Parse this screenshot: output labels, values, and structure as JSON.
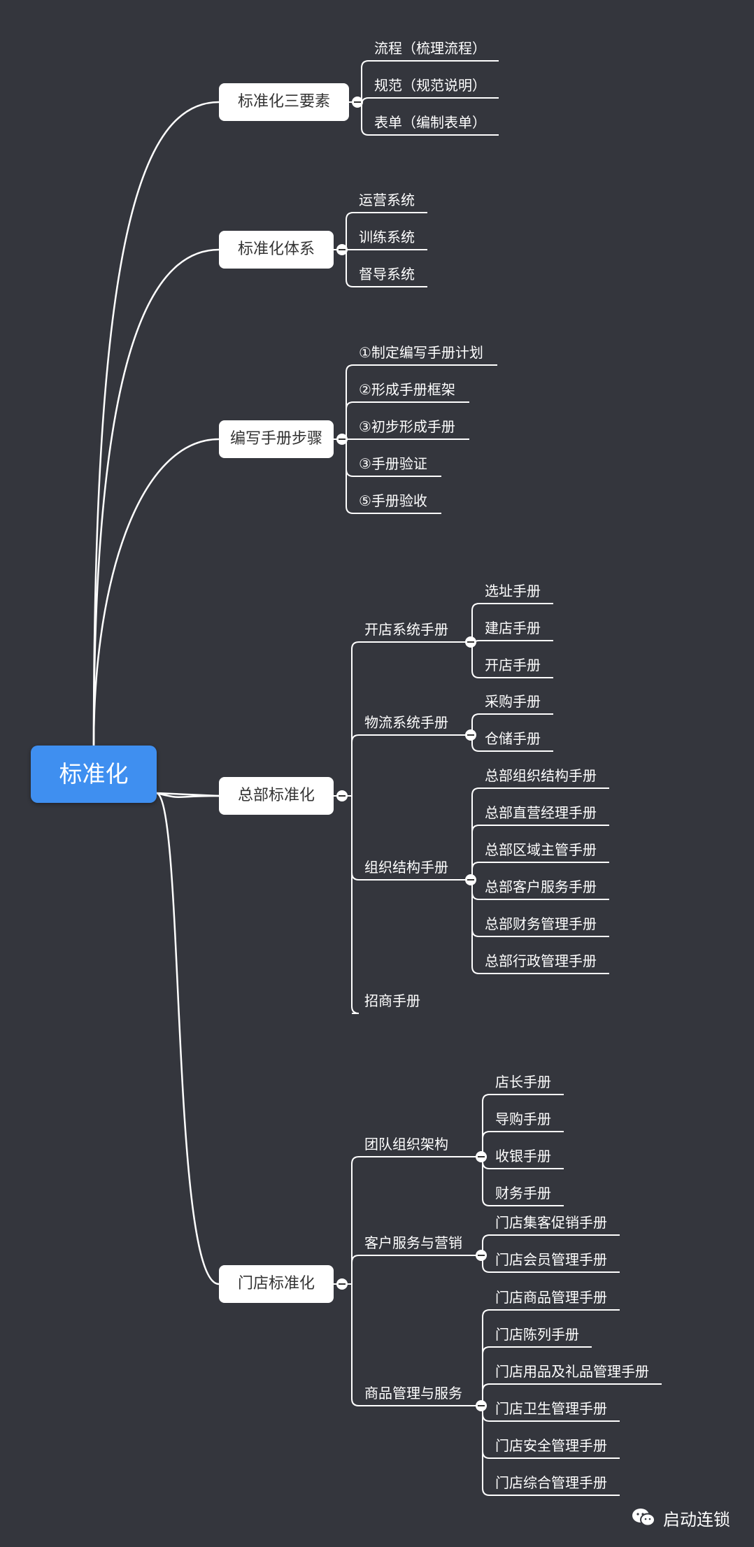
{
  "root": {
    "label": "标准化"
  },
  "branches": [
    {
      "label": "标准化三要素",
      "items": [
        "流程（梳理流程）",
        "规范（规范说明）",
        "表单（编制表单）"
      ]
    },
    {
      "label": "标准化体系",
      "items": [
        "运营系统",
        "训练系统",
        "督导系统"
      ]
    },
    {
      "label": "编写手册步骤",
      "items": [
        "①制定编写手册计划",
        "②形成手册框架",
        "③初步形成手册",
        "③手册验证",
        "⑤手册验收"
      ]
    },
    {
      "label": "总部标准化",
      "groups": [
        {
          "label": "开店系统手册",
          "items": [
            "选址手册",
            "建店手册",
            "开店手册"
          ]
        },
        {
          "label": "物流系统手册",
          "items": [
            "采购手册",
            "仓储手册"
          ]
        },
        {
          "label": "组织结构手册",
          "items": [
            "总部组织结构手册",
            "总部直营经理手册",
            "总部区域主管手册",
            "总部客户服务手册",
            "总部财务管理手册",
            "总部行政管理手册"
          ]
        },
        {
          "label": "招商手册",
          "items": []
        }
      ]
    },
    {
      "label": "门店标准化",
      "groups": [
        {
          "label": "团队组织架构",
          "items": [
            "店长手册",
            "导购手册",
            "收银手册",
            "财务手册"
          ]
        },
        {
          "label": "客户服务与营销",
          "items": [
            "门店集客促销手册",
            "门店会员管理手册"
          ]
        },
        {
          "label": "商品管理与服务",
          "items": [
            "门店商品管理手册",
            "门店陈列手册",
            "门店用品及礼品管理手册",
            "门店卫生管理手册",
            "门店安全管理手册",
            "门店综合管理手册"
          ]
        }
      ]
    }
  ],
  "watermark": {
    "text": "启动连锁",
    "icon": "wechat-icon"
  },
  "colors": {
    "background": "#34363d",
    "root": "#3f8ff0",
    "line": "#ffffff"
  }
}
